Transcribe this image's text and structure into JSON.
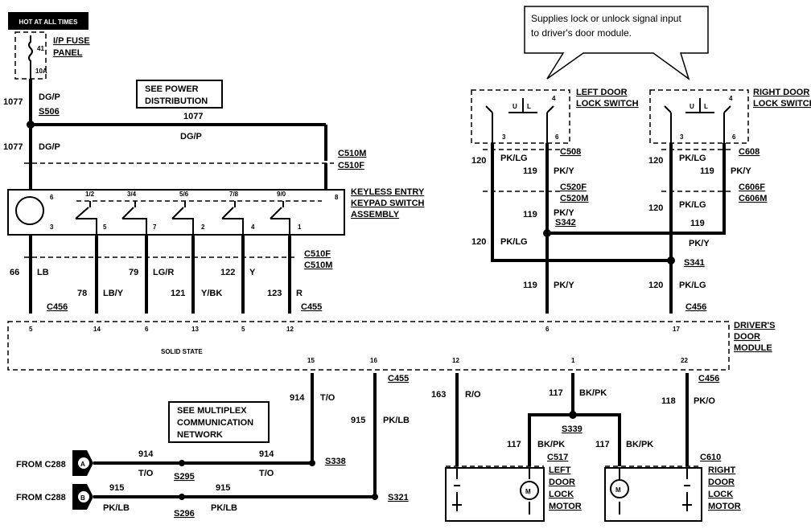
{
  "header": {
    "hot_label": "HOT AT ALL TIMES"
  },
  "fuse": {
    "title1": "I/P FUSE",
    "title2": "PANEL",
    "num": "41",
    "amps": "10A"
  },
  "power": {
    "circuit": "1077",
    "color": "DG/P",
    "splice": "S506",
    "see1": "SEE POWER",
    "see2": "DISTRIBUTION"
  },
  "connectors": {
    "c510m": "C510M",
    "c510f": "C510F",
    "c456": "C456",
    "c455": "C455",
    "c508": "C508",
    "c520f": "C520F",
    "c520m": "C520M",
    "c608": "C608",
    "c606f": "C606F",
    "c606m": "C606M",
    "c517": "C517",
    "c610": "C610"
  },
  "keypad": {
    "title1": "KEYLESS ENTRY",
    "title2": "KEYPAD SWITCH",
    "title3": "ASSEMBLY",
    "pins_top": [
      "6",
      "1/2",
      "3/4",
      "5/6",
      "7/8",
      "9/0",
      "8"
    ],
    "pins_bottom": [
      "3",
      "5",
      "7",
      "2",
      "4",
      "1"
    ]
  },
  "keypad_wires": [
    {
      "circuit": "66",
      "color": "LB"
    },
    {
      "circuit": "78",
      "color": "LB/Y"
    },
    {
      "circuit": "79",
      "color": "LG/R"
    },
    {
      "circuit": "121",
      "color": "Y/BK"
    },
    {
      "circuit": "122",
      "color": "Y"
    },
    {
      "circuit": "123",
      "color": "R"
    }
  ],
  "callout": {
    "line1": "Supplies lock or unlock signal input",
    "line2": "to driver's door module."
  },
  "left_switch": {
    "title1": "LEFT DOOR",
    "title2": "LOCK SWITCH",
    "pin4": "4",
    "pin3": "3",
    "pin6": "6",
    "u": "U",
    "l": "L"
  },
  "right_switch": {
    "title1": "RIGHT DOOR",
    "title2": "LOCK SWITCH",
    "pin4": "4",
    "pin3": "3",
    "pin6": "6",
    "u": "U",
    "l": "L"
  },
  "door_wires": {
    "c120": "120",
    "pklg": "PK/LG",
    "c119": "119",
    "pky": "PK/Y",
    "s342": "S342",
    "s341": "S341"
  },
  "module": {
    "title1": "DRIVER'S",
    "title2": "DOOR",
    "title3": "MODULE",
    "solid_state": "SOLID STATE",
    "pins_top": [
      "5",
      "14",
      "6",
      "13",
      "5",
      "12",
      "6",
      "17"
    ],
    "pins_bottom": [
      "15",
      "16",
      "12",
      "1",
      "22"
    ]
  },
  "multiplex": {
    "see1": "SEE MULTIPLEX",
    "see2": "COMMUNICATION",
    "see3": "NETWORK",
    "from_a": "FROM C288",
    "a": "A",
    "from_b": "FROM C288",
    "b": "B",
    "c914": "914",
    "to": "T/O",
    "c915": "915",
    "pklb": "PK/LB",
    "s295": "S295",
    "s296": "S296",
    "s338": "S338",
    "s321": "S321"
  },
  "motor_wires": {
    "c163": "163",
    "ro": "R/O",
    "c117": "117",
    "bkpk": "BK/PK",
    "c118": "118",
    "pko": "PK/O",
    "s339": "S339"
  },
  "left_motor": {
    "l1": "LEFT",
    "l2": "DOOR",
    "l3": "LOCK",
    "l4": "MOTOR",
    "m": "M"
  },
  "right_motor": {
    "l1": "RIGHT",
    "l2": "DOOR",
    "l3": "LOCK",
    "l4": "MOTOR",
    "m": "M"
  }
}
